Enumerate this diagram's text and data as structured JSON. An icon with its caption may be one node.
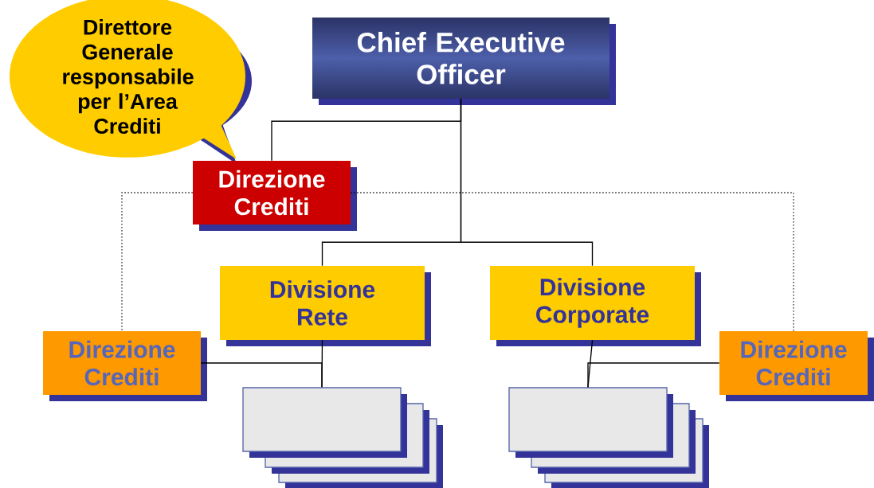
{
  "diagram": {
    "nodes": [
      {
        "text": [
          "Direttore Generale responsabile per l’Area Crediti"
        ]
      },
      {
        "text": [
          "Chief Executive Officer"
        ]
      },
      {
        "text": [
          "Direzione Crediti"
        ]
      },
      {
        "text": [
          "Divisione Rete"
        ]
      },
      {
        "text": [
          "Divisione Corporate"
        ]
      },
      {
        "text": [
          "Direzione Crediti"
        ]
      },
      {
        "text": [
          "Direzione Crediti"
        ]
      },
      {
        "text": [],
        "shape": "box"
      },
      {
        "text": [],
        "shape": "box"
      }
    ],
    "edges": [
      {
        "from": 1,
        "to": 2,
        "arrow": "none"
      },
      {
        "from": 1,
        "to": 3,
        "arrow": "none"
      },
      {
        "from": 1,
        "to": 4,
        "arrow": "none"
      },
      {
        "from": 2,
        "to": 5,
        "arrow": "none",
        "style": "dashed"
      },
      {
        "from": 2,
        "to": 6,
        "arrow": "none",
        "style": "dashed"
      },
      {
        "from": 3,
        "to": 7,
        "arrow": "none"
      },
      {
        "from": 5,
        "to": 7,
        "arrow": "none"
      },
      {
        "from": 4,
        "to": 8,
        "arrow": "none"
      },
      {
        "from": 6,
        "to": 8,
        "arrow": "none"
      }
    ]
  }
}
